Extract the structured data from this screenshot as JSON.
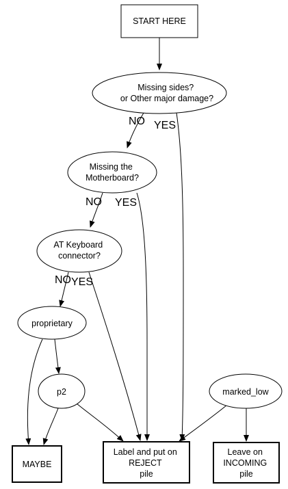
{
  "diagram": {
    "nodes": {
      "start": {
        "lines": [
          "START HERE"
        ]
      },
      "missing_sides": {
        "lines": [
          "Missing sides?",
          "or Other major damage?"
        ]
      },
      "missing_mb": {
        "lines": [
          "Missing the",
          "Motherboard?"
        ]
      },
      "at_keyboard": {
        "lines": [
          "AT Keyboard",
          "connector?"
        ]
      },
      "proprietary": {
        "lines": [
          "proprietary"
        ]
      },
      "p2": {
        "lines": [
          "p2"
        ]
      },
      "marked_low": {
        "lines": [
          "marked_low"
        ]
      },
      "maybe": {
        "lines": [
          "MAYBE"
        ]
      },
      "reject": {
        "lines": [
          "Label and put on",
          "REJECT",
          "pile"
        ]
      },
      "incoming": {
        "lines": [
          "Leave on",
          "INCOMING",
          "pile"
        ]
      }
    },
    "edge_labels": {
      "no": "NO",
      "yes": "YES"
    }
  }
}
